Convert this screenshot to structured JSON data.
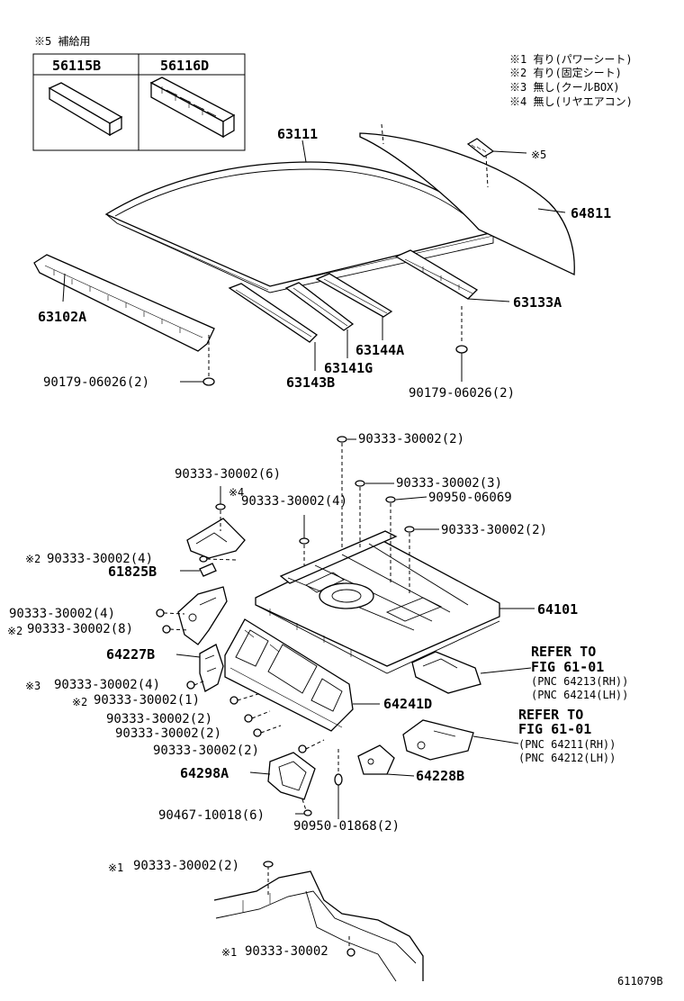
{
  "supply_box": {
    "title": "※5 補給用",
    "col1": "56115B",
    "col2": "56116D"
  },
  "legend": [
    "※1 有り(パワーシート)",
    "※2 有り(固定シート)",
    "※3 無し(クールBOX)",
    "※4 無し(リヤエアコン)"
  ],
  "labels": {
    "roof": "63111",
    "mark5": "※5",
    "back_glass": "64811",
    "front_header": "63102A",
    "rear_header": "63133A",
    "bow_a": "63144A",
    "bow_g": "63141G",
    "bow_b": "63143B",
    "clip_left": "90179-06026(2)",
    "clip_right": "90179-06026(2)",
    "hw_top": "90333-30002(2)",
    "hw_6": "90333-30002(6)",
    "mark4": "※4",
    "hw_3": "90333-30002(3)",
    "hw_4a": "90333-30002(4)",
    "hw_069": "90950-06069",
    "hw_2r": "90333-30002(2)",
    "mark2a": "※2",
    "hw_4b": "90333-30002(4)",
    "p61825": "61825B",
    "p64101": "64101",
    "hw_4c": "90333-30002(4)",
    "mark2b": "※2",
    "hw_8": "90333-30002(8)",
    "p64227": "64227B",
    "refer1_title": "REFER TO",
    "refer1_fig": "FIG 61-01",
    "refer1_rh": "(PNC 64213(RH))",
    "refer1_lh": "(PNC 64214(LH))",
    "mark3": "※3",
    "hw_4d": "90333-30002(4)",
    "mark2c": "※2",
    "hw_1": "90333-30002(1)",
    "p64241": "64241D",
    "hw_2a": "90333-30002(2)",
    "hw_2b": "90333-30002(2)",
    "refer2_title": "REFER TO",
    "refer2_fig": "FIG 61-01",
    "refer2_rh": "(PNC 64211(RH))",
    "refer2_lh": "(PNC 64212(LH))",
    "hw_2c": "90333-30002(2)",
    "p64298": "64298A",
    "p64228": "64228B",
    "hw_467": "90467-10018(6)",
    "hw_868": "90950-01868(2)",
    "mark1a": "※1",
    "hw_2d": "90333-30002(2)",
    "mark1b": "※1",
    "hw_end": "90333-30002",
    "figure_code": "611079B"
  }
}
